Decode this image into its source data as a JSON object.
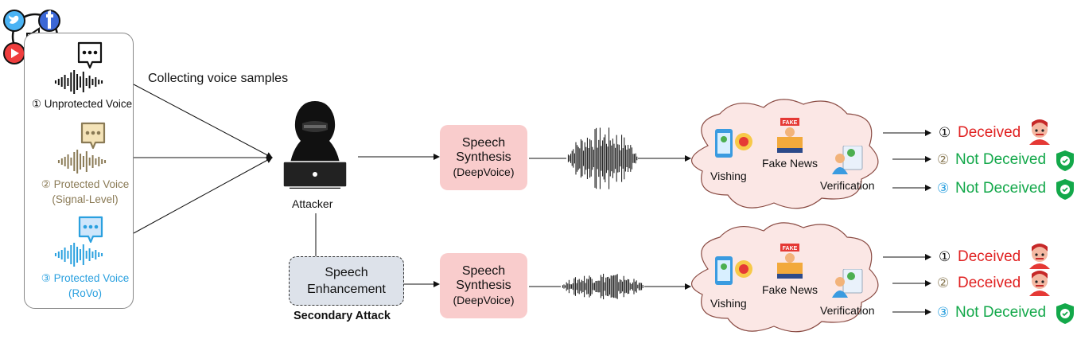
{
  "colors": {
    "unprotected": "#111111",
    "signal_level": "#8a7a55",
    "rovo": "#2aa0df",
    "synthesis_box": "#f9cccc",
    "enhancement_box": "#dde2ea",
    "cloud": "#fbe7e5",
    "cloud_stroke": "#8a4b43",
    "deceived": "#e02020",
    "not_deceived": "#13a84a"
  },
  "social_icons": [
    "twitter-icon",
    "facebook-icon",
    "megaphone-icon",
    "youtube-icon",
    "instagram-icon"
  ],
  "sources": {
    "unprotected": {
      "num": "①",
      "line1": "Unprotected Voice",
      "line2": ""
    },
    "signal_level": {
      "num": "②",
      "line1": "Protected Voice",
      "line2": "(Signal-Level)"
    },
    "rovo": {
      "num": "③",
      "line1": "Protected Voice",
      "line2": "(RoVo)"
    }
  },
  "collecting_label": "Collecting voice samples",
  "attacker_label": "Attacker",
  "synthesis": {
    "line1": "Speech",
    "line2": "Synthesis",
    "line3": "(DeepVoice)"
  },
  "enhancement": {
    "line1": "Speech",
    "line2": "Enhancement"
  },
  "secondary_attack_label": "Secondary Attack",
  "scenarios": {
    "vishing": "Vishing",
    "fake_news": "Fake News",
    "verification": "Verification",
    "fake_sign": "FAKE"
  },
  "results_top": [
    {
      "num": "①",
      "text": "Deceived",
      "status": "deceived"
    },
    {
      "num": "②",
      "text": "Not Deceived",
      "status": "not_deceived"
    },
    {
      "num": "③",
      "text": "Not Deceived",
      "status": "not_deceived"
    }
  ],
  "results_bottom": [
    {
      "num": "①",
      "text": "Deceived",
      "status": "deceived"
    },
    {
      "num": "②",
      "text": "Deceived",
      "status": "deceived"
    },
    {
      "num": "③",
      "text": "Not Deceived",
      "status": "not_deceived"
    }
  ]
}
